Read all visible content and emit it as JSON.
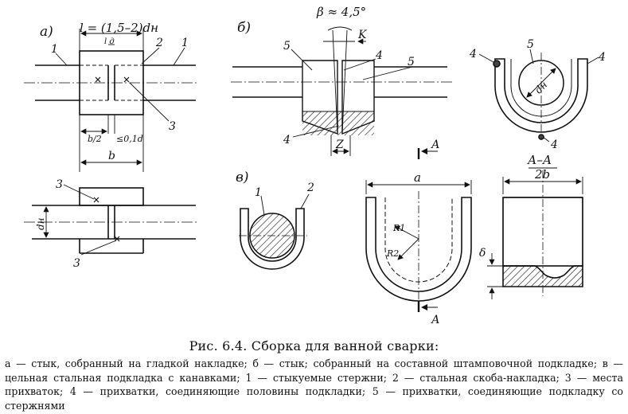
{
  "figure": {
    "panel_a_letter": "а)",
    "panel_b_letter": "б)",
    "panel_v_letter": "в)",
    "dim_l": "l = (1,5–2)dн",
    "dim_small_l": "l д",
    "dim_b_half": "b/2",
    "dim_gap": "≤0,1d",
    "dim_b": "b",
    "dim_dn": "dн",
    "dim_beta": "β ≈ 4,5°",
    "dim_k": "K",
    "dim_z": "Z",
    "dim_a": "a",
    "dim_2b": "2b",
    "dim_r1": "R1",
    "dim_r2": "R2",
    "dim_delta": "δ",
    "section_title": "А–А",
    "section_mark": "А",
    "n1": "1",
    "n2": "2",
    "n3": "3",
    "n4": "4",
    "n5": "5"
  },
  "caption": "Рис. 6.4. Сборка для ванной сварки:",
  "legend_text": "а — стык, собранный на гладкой накладке; б — стык; собранный на составной штамповочной подкладке; в — цельная стальная подкладка с канавками; 1 — стыкуемые стержни; 2 — стальная скоба-накладка; 3 — места прихваток; 4 — прихватки, соединяющие половины подкладки; 5 — прихватки, соединяющие подкладку со стержнями"
}
